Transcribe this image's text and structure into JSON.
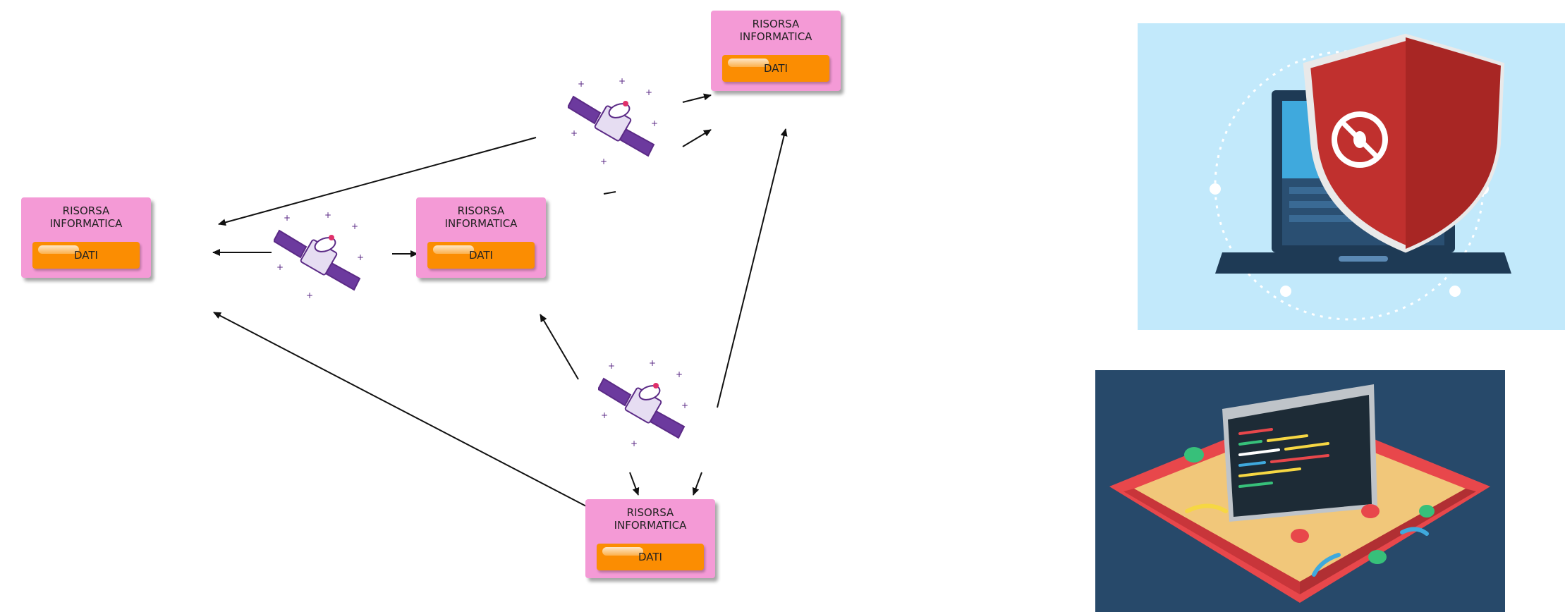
{
  "nodes": [
    {
      "title": "RISORSA\nINFORMATICA",
      "data_label": "DATI"
    },
    {
      "title": "RISORSA\nINFORMATICA",
      "data_label": "DATI"
    },
    {
      "title": "RISORSA\nINFORMATICA",
      "data_label": "DATI"
    },
    {
      "title": "RISORSA\nINFORMATICA",
      "data_label": "DATI"
    }
  ],
  "satellites": [
    "satellite-icon",
    "satellite-icon",
    "satellite-icon"
  ],
  "illustrations": [
    "antivirus-shield-laptop-icon",
    "malware-sandbox-icon"
  ],
  "colors": {
    "node_fill": "#f49ad6",
    "data_fill": "#fb8d02",
    "satellite": "#5b2a86",
    "shield_panel_bg": "#c2e9fb",
    "shield_red": "#c0302e",
    "sandbox_panel_bg": "#27496a",
    "sandbox_frame": "#e8474b",
    "sand": "#f1c77a"
  }
}
